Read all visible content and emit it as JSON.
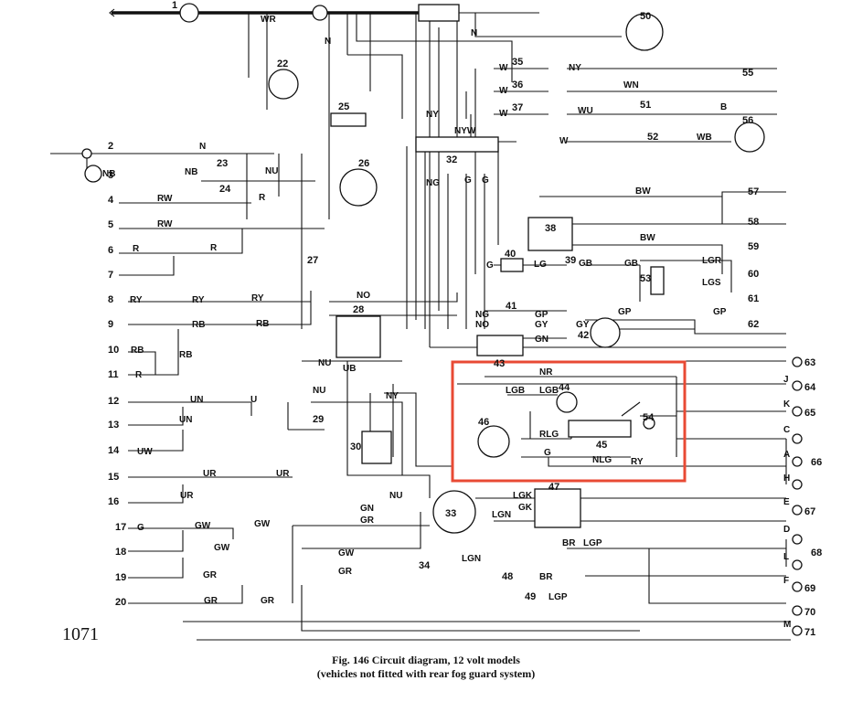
{
  "page_number": "1071",
  "caption": {
    "line1": "Fig. 146 Circuit diagram, 12 volt models",
    "line2": "(vehicles not fitted with rear fog guard system)"
  },
  "highlight_color": "#e84a34",
  "components": [
    {
      "id": "1"
    },
    {
      "id": "2"
    },
    {
      "id": "3"
    },
    {
      "id": "4"
    },
    {
      "id": "5"
    },
    {
      "id": "6"
    },
    {
      "id": "7"
    },
    {
      "id": "8"
    },
    {
      "id": "9"
    },
    {
      "id": "10"
    },
    {
      "id": "11"
    },
    {
      "id": "12"
    },
    {
      "id": "13"
    },
    {
      "id": "14"
    },
    {
      "id": "15"
    },
    {
      "id": "16"
    },
    {
      "id": "17"
    },
    {
      "id": "18"
    },
    {
      "id": "19"
    },
    {
      "id": "20"
    },
    {
      "id": "22"
    },
    {
      "id": "23"
    },
    {
      "id": "24"
    },
    {
      "id": "25"
    },
    {
      "id": "26"
    },
    {
      "id": "27"
    },
    {
      "id": "28"
    },
    {
      "id": "29"
    },
    {
      "id": "30"
    },
    {
      "id": "32"
    },
    {
      "id": "33"
    },
    {
      "id": "34"
    },
    {
      "id": "35"
    },
    {
      "id": "36"
    },
    {
      "id": "37"
    },
    {
      "id": "38"
    },
    {
      "id": "39"
    },
    {
      "id": "40"
    },
    {
      "id": "41"
    },
    {
      "id": "42"
    },
    {
      "id": "43"
    },
    {
      "id": "44"
    },
    {
      "id": "45"
    },
    {
      "id": "46"
    },
    {
      "id": "47"
    },
    {
      "id": "48"
    },
    {
      "id": "49"
    },
    {
      "id": "50"
    },
    {
      "id": "51"
    },
    {
      "id": "52"
    },
    {
      "id": "53"
    },
    {
      "id": "54"
    },
    {
      "id": "55"
    },
    {
      "id": "56"
    },
    {
      "id": "57"
    },
    {
      "id": "58"
    },
    {
      "id": "59"
    },
    {
      "id": "60"
    },
    {
      "id": "61"
    },
    {
      "id": "62"
    },
    {
      "id": "63"
    },
    {
      "id": "64"
    },
    {
      "id": "65"
    },
    {
      "id": "66"
    },
    {
      "id": "67"
    },
    {
      "id": "68"
    },
    {
      "id": "69"
    },
    {
      "id": "70"
    },
    {
      "id": "71"
    }
  ],
  "wire_labels": [
    {
      "text": "WR"
    },
    {
      "text": "N"
    },
    {
      "text": "N"
    },
    {
      "text": "NY"
    },
    {
      "text": "WN"
    },
    {
      "text": "WU"
    },
    {
      "text": "B"
    },
    {
      "text": "W"
    },
    {
      "text": "W"
    },
    {
      "text": "W"
    },
    {
      "text": "W"
    },
    {
      "text": "WB"
    },
    {
      "text": "N"
    },
    {
      "text": "NB"
    },
    {
      "text": "NB"
    },
    {
      "text": "NU"
    },
    {
      "text": "RW"
    },
    {
      "text": "R"
    },
    {
      "text": "RW"
    },
    {
      "text": "R"
    },
    {
      "text": "R"
    },
    {
      "text": "RY"
    },
    {
      "text": "RY"
    },
    {
      "text": "RY"
    },
    {
      "text": "RB"
    },
    {
      "text": "RB"
    },
    {
      "text": "RB"
    },
    {
      "text": "RB"
    },
    {
      "text": "R"
    },
    {
      "text": "UN"
    },
    {
      "text": "U"
    },
    {
      "text": "UN"
    },
    {
      "text": "UW"
    },
    {
      "text": "UR"
    },
    {
      "text": "UR"
    },
    {
      "text": "UR"
    },
    {
      "text": "GW"
    },
    {
      "text": "GW"
    },
    {
      "text": "GW"
    },
    {
      "text": "GW"
    },
    {
      "text": "GR"
    },
    {
      "text": "GR"
    },
    {
      "text": "GR"
    },
    {
      "text": "GR"
    },
    {
      "text": "G"
    },
    {
      "text": "NO"
    },
    {
      "text": "NU"
    },
    {
      "text": "UB"
    },
    {
      "text": "NU"
    },
    {
      "text": "NY"
    },
    {
      "text": "NU"
    },
    {
      "text": "GN"
    },
    {
      "text": "GR"
    },
    {
      "text": "LGN"
    },
    {
      "text": "LGN"
    },
    {
      "text": "LGK"
    },
    {
      "text": "GK"
    },
    {
      "text": "BR"
    },
    {
      "text": "LGP"
    },
    {
      "text": "LGP"
    },
    {
      "text": "BR"
    },
    {
      "text": "NG"
    },
    {
      "text": "NO"
    },
    {
      "text": "GP"
    },
    {
      "text": "GY"
    },
    {
      "text": "GY"
    },
    {
      "text": "GN"
    },
    {
      "text": "GP"
    },
    {
      "text": "GP"
    },
    {
      "text": "NR"
    },
    {
      "text": "LGB"
    },
    {
      "text": "LGB"
    },
    {
      "text": "RLG"
    },
    {
      "text": "G"
    },
    {
      "text": "NLG"
    },
    {
      "text": "RY"
    },
    {
      "text": "BW"
    },
    {
      "text": "BW"
    },
    {
      "text": "LGR"
    },
    {
      "text": "LGS"
    },
    {
      "text": "GB"
    },
    {
      "text": "GB"
    },
    {
      "text": "LG"
    },
    {
      "text": "G"
    },
    {
      "text": "J"
    },
    {
      "text": "K"
    },
    {
      "text": "C"
    },
    {
      "text": "A"
    },
    {
      "text": "H"
    },
    {
      "text": "E"
    },
    {
      "text": "D"
    },
    {
      "text": "L"
    },
    {
      "text": "F"
    },
    {
      "text": "M"
    },
    {
      "text": "NG"
    },
    {
      "text": "G"
    },
    {
      "text": "G"
    },
    {
      "text": "NY"
    },
    {
      "text": "NYW"
    }
  ]
}
